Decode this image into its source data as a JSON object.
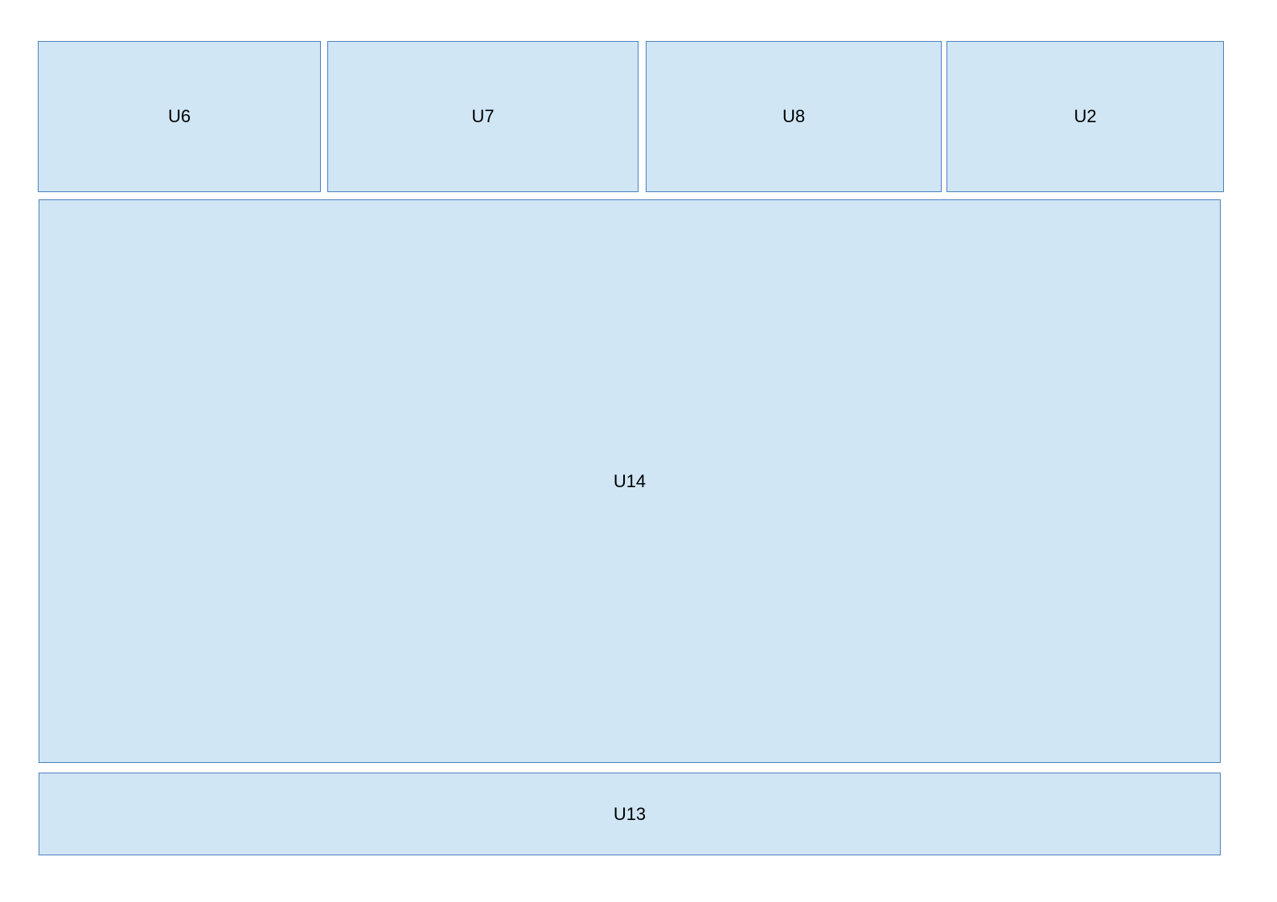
{
  "diagram": {
    "top_row": [
      {
        "id": "u6",
        "label": "U6"
      },
      {
        "id": "u7",
        "label": "U7"
      },
      {
        "id": "u8",
        "label": "U8"
      },
      {
        "id": "u2",
        "label": "U2"
      }
    ],
    "main": {
      "id": "u14",
      "label": "U14"
    },
    "bottom": {
      "id": "u13",
      "label": "U13"
    }
  },
  "colors": {
    "box_fill": "#d0e6f5",
    "box_border": "#4f7fbf",
    "text": "#000000",
    "background": "#ffffff"
  }
}
